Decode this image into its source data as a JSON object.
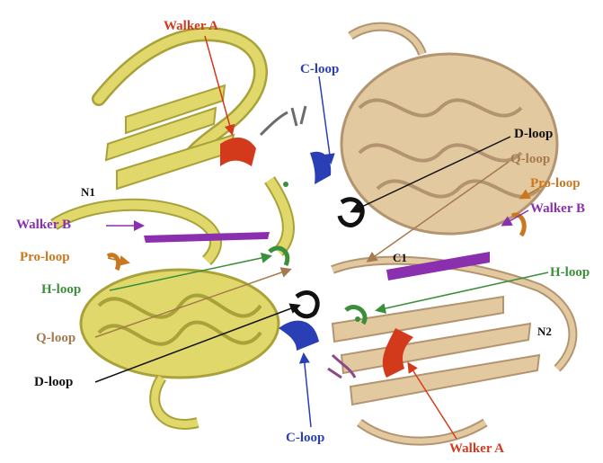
{
  "colors": {
    "chain_a": "#e0d86a",
    "chain_a_dark": "#a9a23a",
    "chain_b": "#e3c9a0",
    "chain_b_dark": "#b29570",
    "walker_a": "#d33a1c",
    "c_loop": "#2a3fb5",
    "d_loop": "#111111",
    "q_loop": "#a57a4e",
    "pro_loop": "#c9781f",
    "walker_b": "#8a2fae",
    "h_loop": "#3c8f3a",
    "terminus": "#111111"
  },
  "labels": {
    "walker_a_top": "Walker A",
    "c_loop_top": "C-loop",
    "d_loop_right": "D-loop",
    "q_loop_right": "Q-loop",
    "pro_loop_right": "Pro-loop",
    "walker_b_right": "Walker B",
    "n1": "N1",
    "walker_b_left": "Walker B",
    "pro_loop_left": "Pro-loop",
    "h_loop_left": "H-loop",
    "c1": "C1",
    "h_loop_right": "H-loop",
    "q_loop_left": "Q-loop",
    "n2": "N2",
    "d_loop_left": "D-loop",
    "c_loop_bottom": "C-loop",
    "walker_a_bottom": "Walker A"
  }
}
